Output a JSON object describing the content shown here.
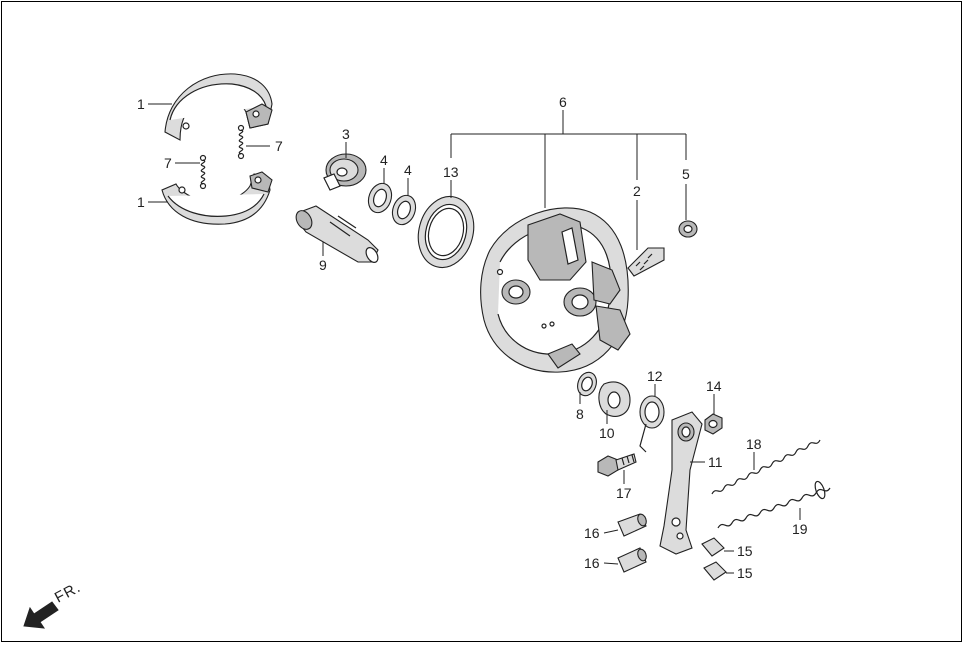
{
  "direction_label": "FR.",
  "callouts": [
    {
      "id": "c1a",
      "text": "1"
    },
    {
      "id": "c1b",
      "text": "1"
    },
    {
      "id": "c7a",
      "text": "7"
    },
    {
      "id": "c7b",
      "text": "7"
    },
    {
      "id": "c3",
      "text": "3"
    },
    {
      "id": "c4a",
      "text": "4"
    },
    {
      "id": "c4b",
      "text": "4"
    },
    {
      "id": "c9",
      "text": "9"
    },
    {
      "id": "c13",
      "text": "13"
    },
    {
      "id": "c6",
      "text": "6"
    },
    {
      "id": "c2",
      "text": "2"
    },
    {
      "id": "c5",
      "text": "5"
    },
    {
      "id": "c8",
      "text": "8"
    },
    {
      "id": "c10",
      "text": "10"
    },
    {
      "id": "c12",
      "text": "12"
    },
    {
      "id": "c14",
      "text": "14"
    },
    {
      "id": "c11",
      "text": "11"
    },
    {
      "id": "c18",
      "text": "18"
    },
    {
      "id": "c17",
      "text": "17"
    },
    {
      "id": "c19",
      "text": "19"
    },
    {
      "id": "c16a",
      "text": "16"
    },
    {
      "id": "c16b",
      "text": "16"
    },
    {
      "id": "c15a",
      "text": "15"
    },
    {
      "id": "c15b",
      "text": "15"
    }
  ],
  "colors": {
    "line": "#222222",
    "fill_light": "#dcdcdc",
    "fill_mid": "#b8b8b8",
    "background": "#ffffff"
  }
}
